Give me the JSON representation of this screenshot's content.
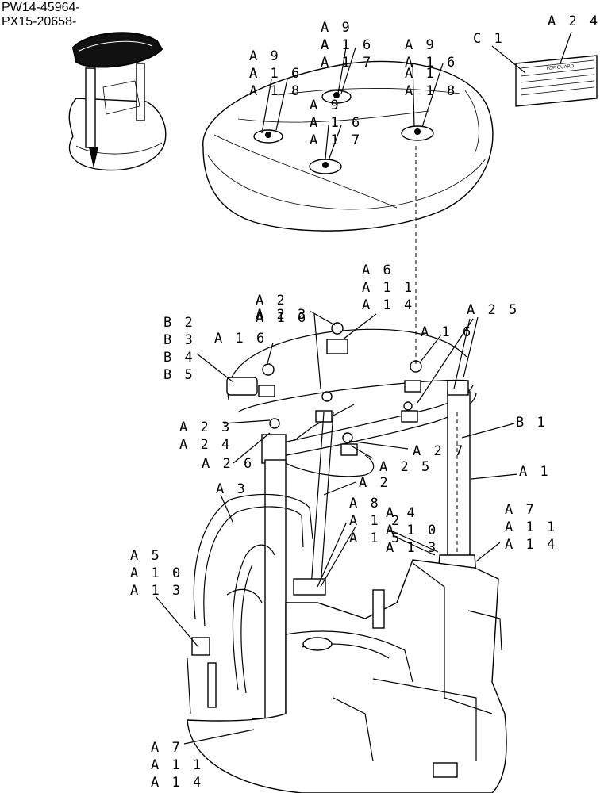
{
  "serials": [
    "PW14-45964-",
    "PX15-20658-"
  ],
  "plate": {
    "title": "TOP GUARD"
  },
  "callouts": [
    {
      "id": "a9a16_l",
      "lines": [
        "A 9",
        "A 1 6"
      ]
    },
    {
      "id": "a1a18_l",
      "lines": [
        "A 1",
        "A 1 8"
      ]
    },
    {
      "id": "a9a16_tc",
      "lines": [
        "A 9",
        "A 1 6"
      ]
    },
    {
      "id": "a1a17_tc",
      "lines": [
        "A 1",
        "A 1 7"
      ]
    },
    {
      "id": "a9a16_r",
      "lines": [
        "A 9",
        "A 1 6"
      ]
    },
    {
      "id": "a1a18_r",
      "lines": [
        "A 1",
        "A 1 8"
      ]
    },
    {
      "id": "a9a16_m",
      "lines": [
        "A 9",
        "A 1 6"
      ]
    },
    {
      "id": "a1a17_m",
      "lines": [
        "A 1",
        "A 1 7"
      ]
    },
    {
      "id": "c1",
      "lines": [
        "C 1"
      ]
    },
    {
      "id": "a24_top",
      "lines": [
        "A 2 4"
      ]
    },
    {
      "id": "a6",
      "lines": [
        "A 6",
        "A 1 1",
        "A 1 4"
      ]
    },
    {
      "id": "a2_a16",
      "lines": [
        "A 2",
        "A 1 6"
      ]
    },
    {
      "id": "a23_top",
      "lines": [
        "A 2 3"
      ]
    },
    {
      "id": "b2b5",
      "lines": [
        "B 2",
        "B 3",
        "B 4",
        "B 5"
      ]
    },
    {
      "id": "a16_left",
      "lines": [
        "A 1 6"
      ]
    },
    {
      "id": "a25_top",
      "lines": [
        "A 2 5"
      ]
    },
    {
      "id": "a16_right",
      "lines": [
        "A 1 6"
      ]
    },
    {
      "id": "b1",
      "lines": [
        "B 1"
      ]
    },
    {
      "id": "a23_a24",
      "lines": [
        "A 2 3",
        "A 2 4"
      ]
    },
    {
      "id": "a26",
      "lines": [
        "A 2 6"
      ]
    },
    {
      "id": "a27",
      "lines": [
        "A 2 7"
      ]
    },
    {
      "id": "a25_mid",
      "lines": [
        "A 2 5"
      ]
    },
    {
      "id": "a1",
      "lines": [
        "A 1"
      ]
    },
    {
      "id": "a2",
      "lines": [
        "A 2"
      ]
    },
    {
      "id": "a3",
      "lines": [
        "A 3"
      ]
    },
    {
      "id": "a8",
      "lines": [
        "A 8",
        "A 1 2",
        "A 1 5"
      ]
    },
    {
      "id": "a4",
      "lines": [
        "A 4",
        "A 1 0",
        "A 1 3"
      ]
    },
    {
      "id": "a7_right",
      "lines": [
        "A 7",
        "A 1 1",
        "A 1 4"
      ]
    },
    {
      "id": "a5",
      "lines": [
        "A 5",
        "A 1 0",
        "A 1 3"
      ]
    },
    {
      "id": "a7_bottom",
      "lines": [
        "A 7",
        "A 1 1",
        "A 1 4"
      ]
    }
  ]
}
